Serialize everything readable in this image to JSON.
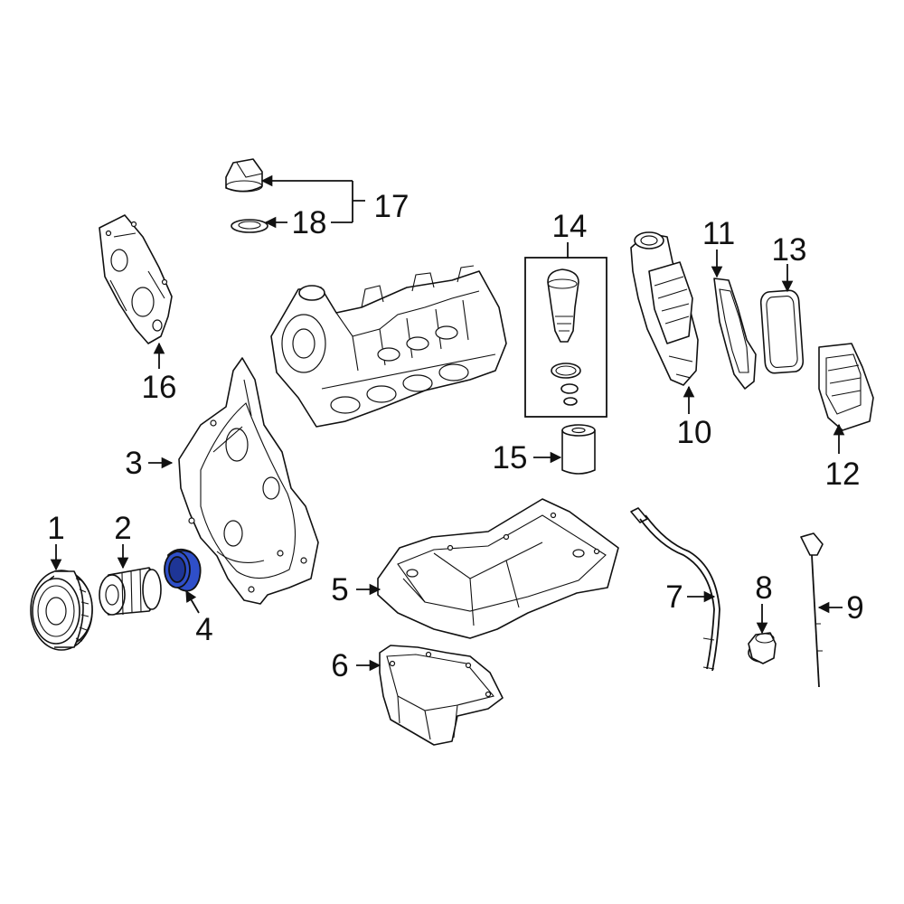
{
  "colors": {
    "line": "#111111",
    "background": "#ffffff",
    "highlight": "#2f4fc9"
  },
  "highlighted_part": "4",
  "callouts": {
    "c1": "1",
    "c2": "2",
    "c3": "3",
    "c4": "4",
    "c5": "5",
    "c6": "6",
    "c7": "7",
    "c8": "8",
    "c9": "9",
    "c10": "10",
    "c11": "11",
    "c12": "12",
    "c13": "13",
    "c14": "14",
    "c15": "15",
    "c16": "16",
    "c17": "17",
    "c18": "18"
  }
}
